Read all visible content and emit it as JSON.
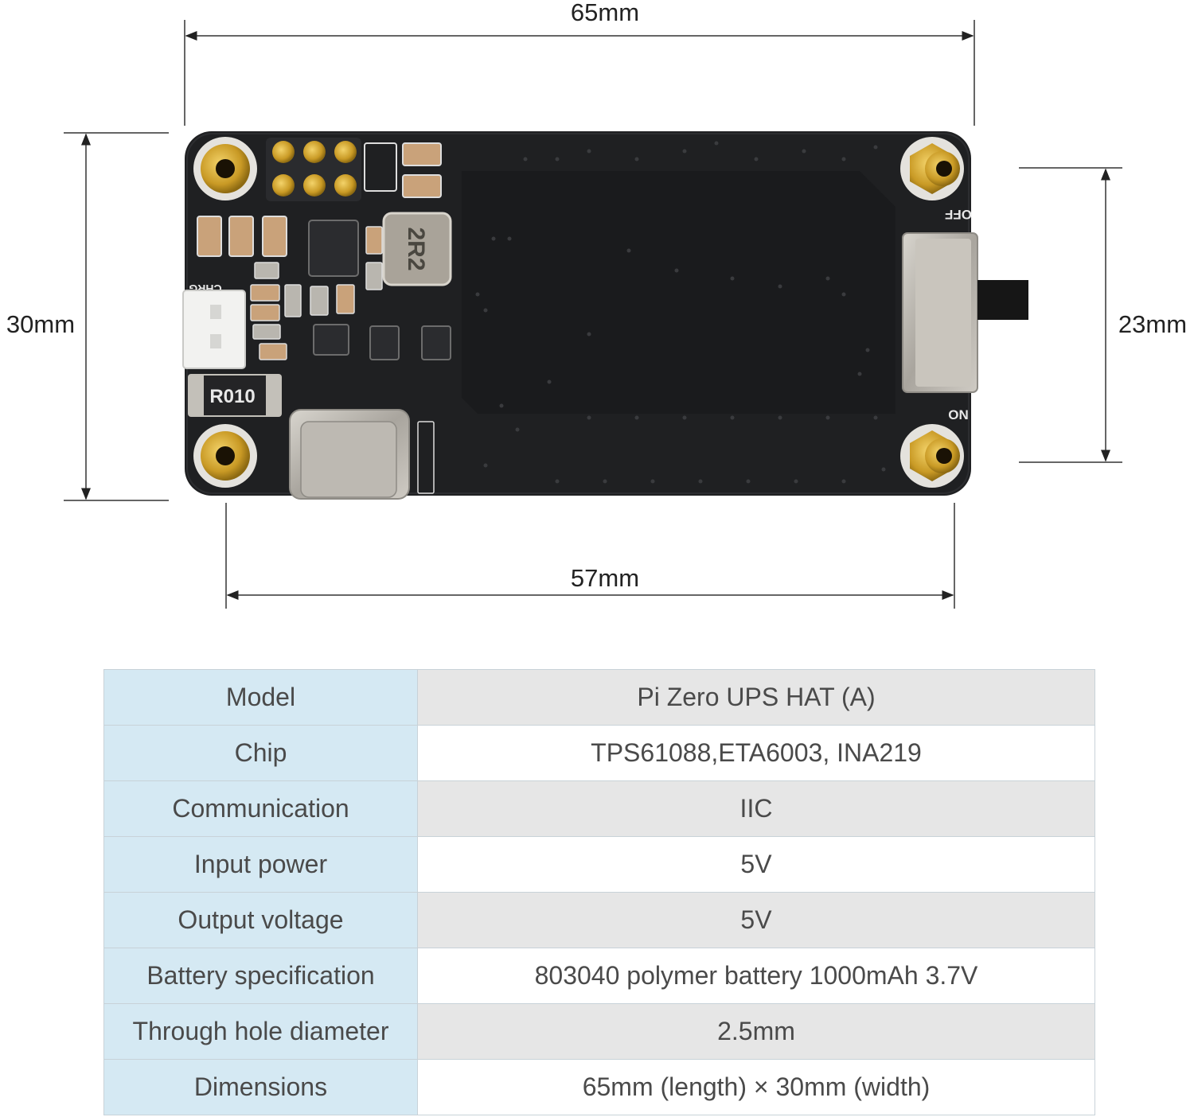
{
  "dimensions": {
    "top_width": "65mm",
    "bottom_width": "57mm",
    "left_height": "30mm",
    "right_height": "23mm"
  },
  "board": {
    "silkscreen": {
      "inductor": "2R2",
      "resistor": "R010",
      "charge_led": "CHRG",
      "switch_off": "OFF",
      "switch_on": "ON"
    },
    "colors": {
      "pcb": "#1f2022",
      "gold": "#d4a935",
      "silver": "#bdb9b2"
    }
  },
  "specs": [
    {
      "label": "Model",
      "value": "Pi Zero UPS HAT (A)"
    },
    {
      "label": "Chip",
      "value": "TPS61088,ETA6003, INA219"
    },
    {
      "label": "Communication",
      "value": "IIC"
    },
    {
      "label": "Input power",
      "value": "5V"
    },
    {
      "label": "Output voltage",
      "value": "5V"
    },
    {
      "label": "Battery specification",
      "value": "803040 polymer battery 1000mAh 3.7V"
    },
    {
      "label": "Through hole diameter",
      "value": "2.5mm"
    },
    {
      "label": "Dimensions",
      "value": "65mm (length) × 30mm (width)"
    }
  ]
}
